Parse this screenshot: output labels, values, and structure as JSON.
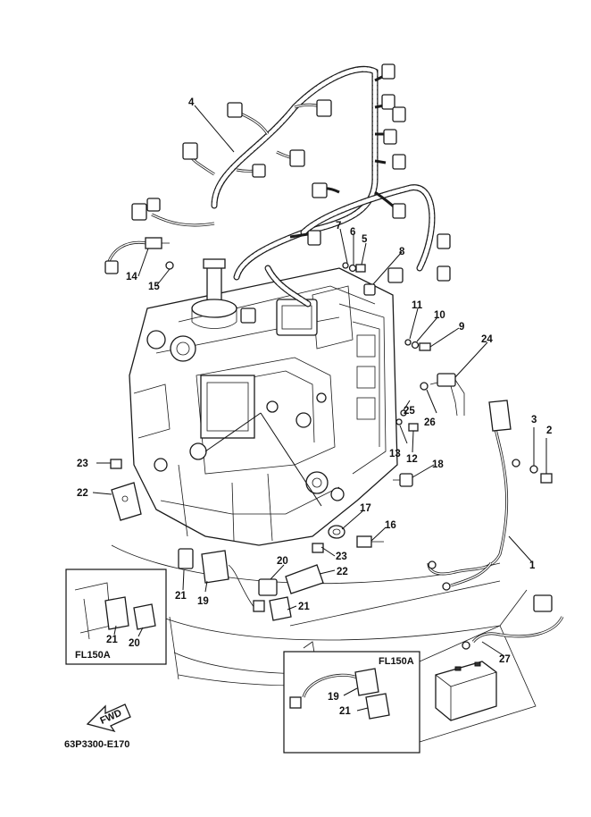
{
  "diagram_code": "63P3300-E170",
  "fwd_arrow_label": "FWD",
  "inset_left": {
    "title": "FL150A",
    "callouts": [
      "21",
      "20"
    ]
  },
  "inset_right": {
    "title": "FL150A",
    "callouts": [
      "19",
      "21"
    ]
  },
  "callouts": {
    "c1": "1",
    "c2": "2",
    "c3": "3",
    "c4": "4",
    "c5": "5",
    "c6": "6",
    "c7": "7",
    "c8": "8",
    "c9": "9",
    "c10": "10",
    "c11": "11",
    "c12": "12",
    "c13": "13",
    "c14": "14",
    "c15": "15",
    "c16": "16",
    "c17": "17",
    "c18": "18",
    "c19": "19",
    "c20": "20",
    "c21": "21",
    "c22": "22",
    "c23": "23",
    "c24": "24",
    "c25": "25",
    "c26": "26",
    "c27": "27",
    "c20b": "20",
    "c21b": "21",
    "c22b": "22",
    "c23b": "23"
  }
}
